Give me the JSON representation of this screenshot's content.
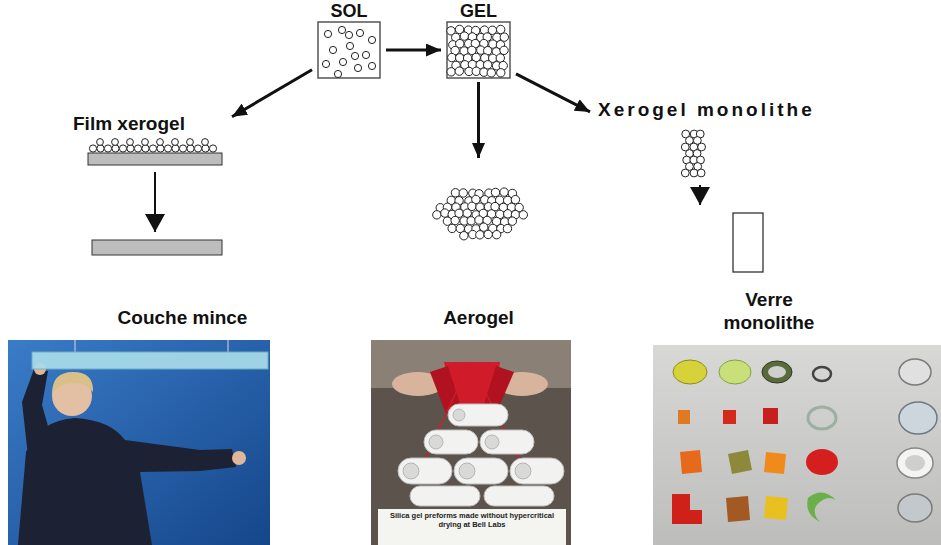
{
  "diagram": {
    "nodes": [
      {
        "text": [
          "SOL"
        ]
      },
      {
        "text": [
          "GEL"
        ]
      },
      {
        "text": [
          "Xerogel monolithe"
        ]
      },
      {
        "text": [
          "Film xerogel"
        ]
      },
      {
        "text": [
          "Couche mince"
        ]
      },
      {
        "text": [
          "Aerogel"
        ]
      },
      {
        "text": [
          "Verre monolithe"
        ]
      }
    ],
    "edges": [
      {
        "from": 0,
        "to": 1,
        "arrow": "to"
      },
      {
        "from": 0,
        "to": 3,
        "arrow": "to"
      },
      {
        "from": 1,
        "to": 5,
        "arrow": "to"
      },
      {
        "from": 1,
        "to": 2,
        "arrow": "to"
      },
      {
        "from": 3,
        "to": 4,
        "arrow": "to"
      },
      {
        "from": 2,
        "to": 6,
        "arrow": "to"
      }
    ],
    "labels": [
      "Silica gel preforms made without hypercritical drying at Bell Labs"
    ]
  }
}
